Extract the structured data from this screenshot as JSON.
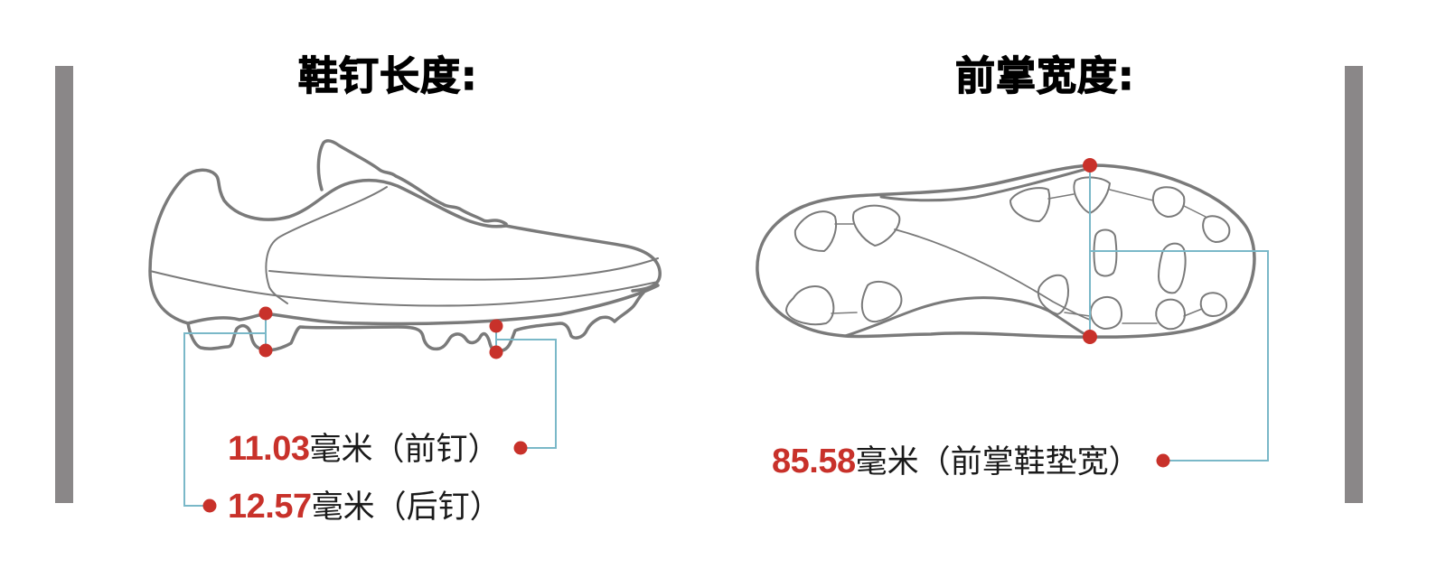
{
  "panels": [
    {
      "title": "鞋钉长度:",
      "illustration": "football-boot-side-view",
      "measurements": [
        {
          "value": "11.03",
          "unit_text": "毫米（前钉）",
          "unit": "毫米",
          "note": "前钉"
        },
        {
          "value": "12.57",
          "unit_text": "毫米（后钉）",
          "unit": "毫米",
          "note": "后钉"
        }
      ]
    },
    {
      "title": "前掌宽度:",
      "illustration": "football-boot-sole-view",
      "measurements": [
        {
          "value": "85.58",
          "unit_text": "毫米（前掌鞋垫宽）",
          "unit": "毫米",
          "note": "前掌鞋垫宽"
        }
      ]
    }
  ],
  "colors": {
    "accent_red": "#c8312a",
    "connector_blue": "#7ab8c8",
    "outline_gray": "#7a7a7a",
    "side_bar_gray": "#8a8788",
    "text": "#1a1a1a"
  }
}
